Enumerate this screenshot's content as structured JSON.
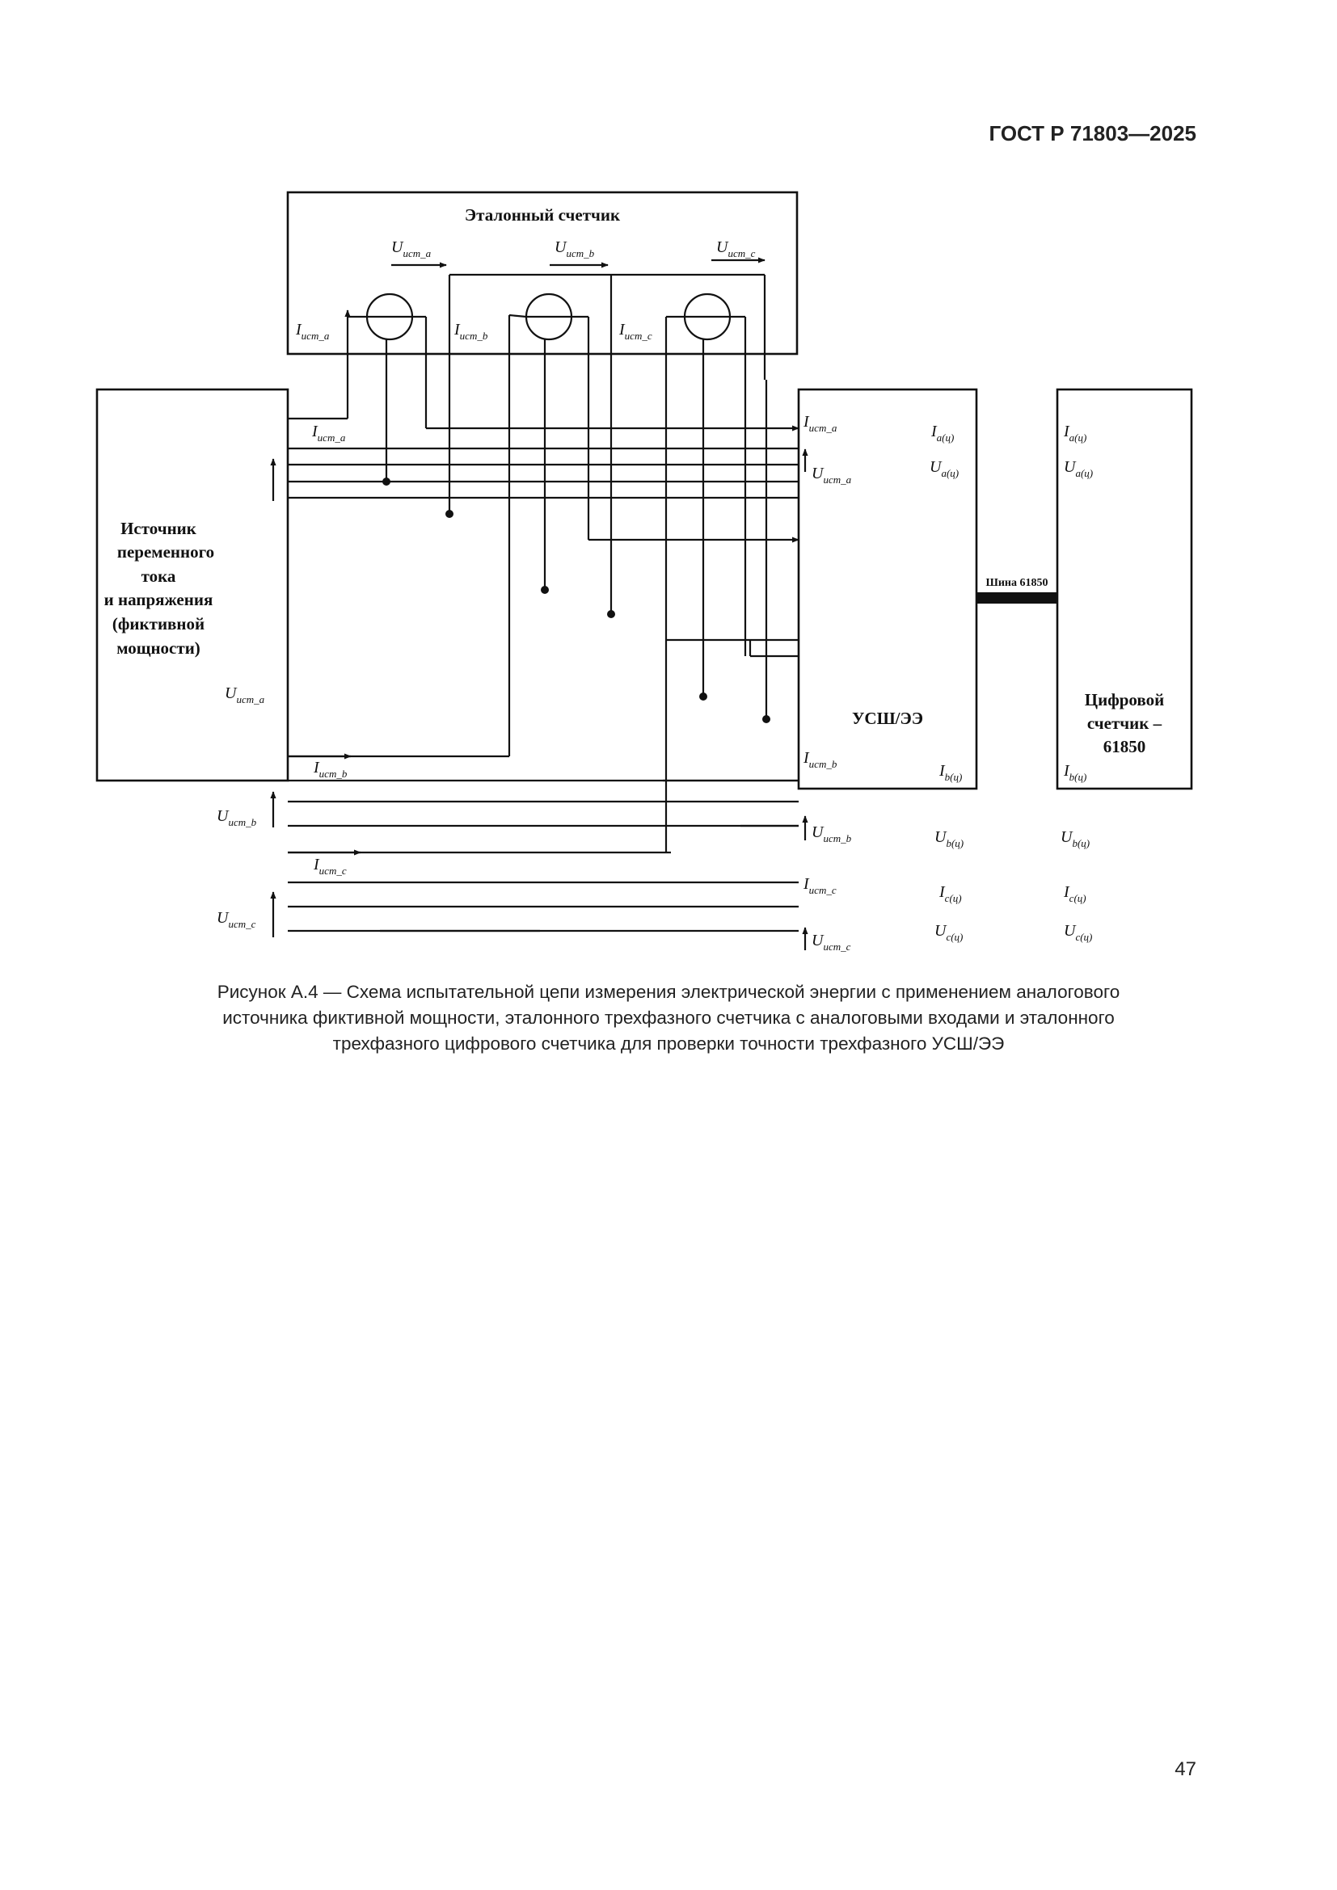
{
  "header": {
    "standard": "ГОСТ Р 71803—2025"
  },
  "diagram": {
    "reference_meter": {
      "title": "Эталонный счетчик"
    },
    "source": {
      "lines": [
        "Источник",
        "переменного",
        "тока",
        "и напряжения",
        "(фиктивной",
        "мощности)"
      ]
    },
    "device_under_test": {
      "label": "УСШ/ЭЭ"
    },
    "digital_meter": {
      "lines": [
        "Цифровой",
        "счетчик –",
        "61850"
      ]
    },
    "bus_label": "Шина 61850",
    "signals": {
      "I": "I",
      "U": "U",
      "ist_a": "ист_a",
      "ist_b": "ист_b",
      "ist_c": "ист_c",
      "a_c": "a(ц)",
      "b_c": "b(ц)",
      "c_c": "c(ц)"
    }
  },
  "caption": {
    "lines": [
      "Рисунок А.4 — Схема испытательной цепи измерения электрической энергии с применением аналогового",
      "источника фиктивной мощности, эталонного трехфазного счетчика с аналоговыми входами и эталонного",
      "трехфазного цифрового счетчика для проверки точности трехфазного УСШ/ЭЭ"
    ]
  },
  "page_number": "47"
}
